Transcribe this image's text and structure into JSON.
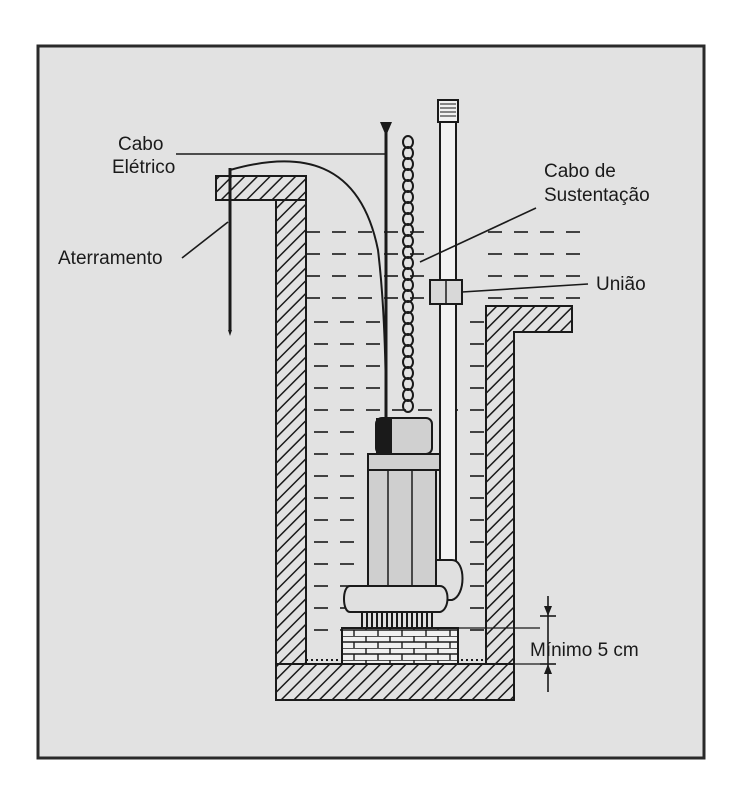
{
  "diagram": {
    "labels": {
      "cabo_eletrico_line1": "Cabo",
      "cabo_eletrico_line2": "Elétrico",
      "aterramento": "Aterramento",
      "cabo_sustentacao_line1": "Cabo de",
      "cabo_sustentacao_line2": "Sustentação",
      "uniao": "União",
      "minimo": "Mínimo 5 cm"
    },
    "colors": {
      "background": "#e2e2e2",
      "frame": "#2a2a2a",
      "ink": "#1a1a1a",
      "pipe": "#f2f2f2",
      "pump_body": "#cfcfcf"
    }
  }
}
